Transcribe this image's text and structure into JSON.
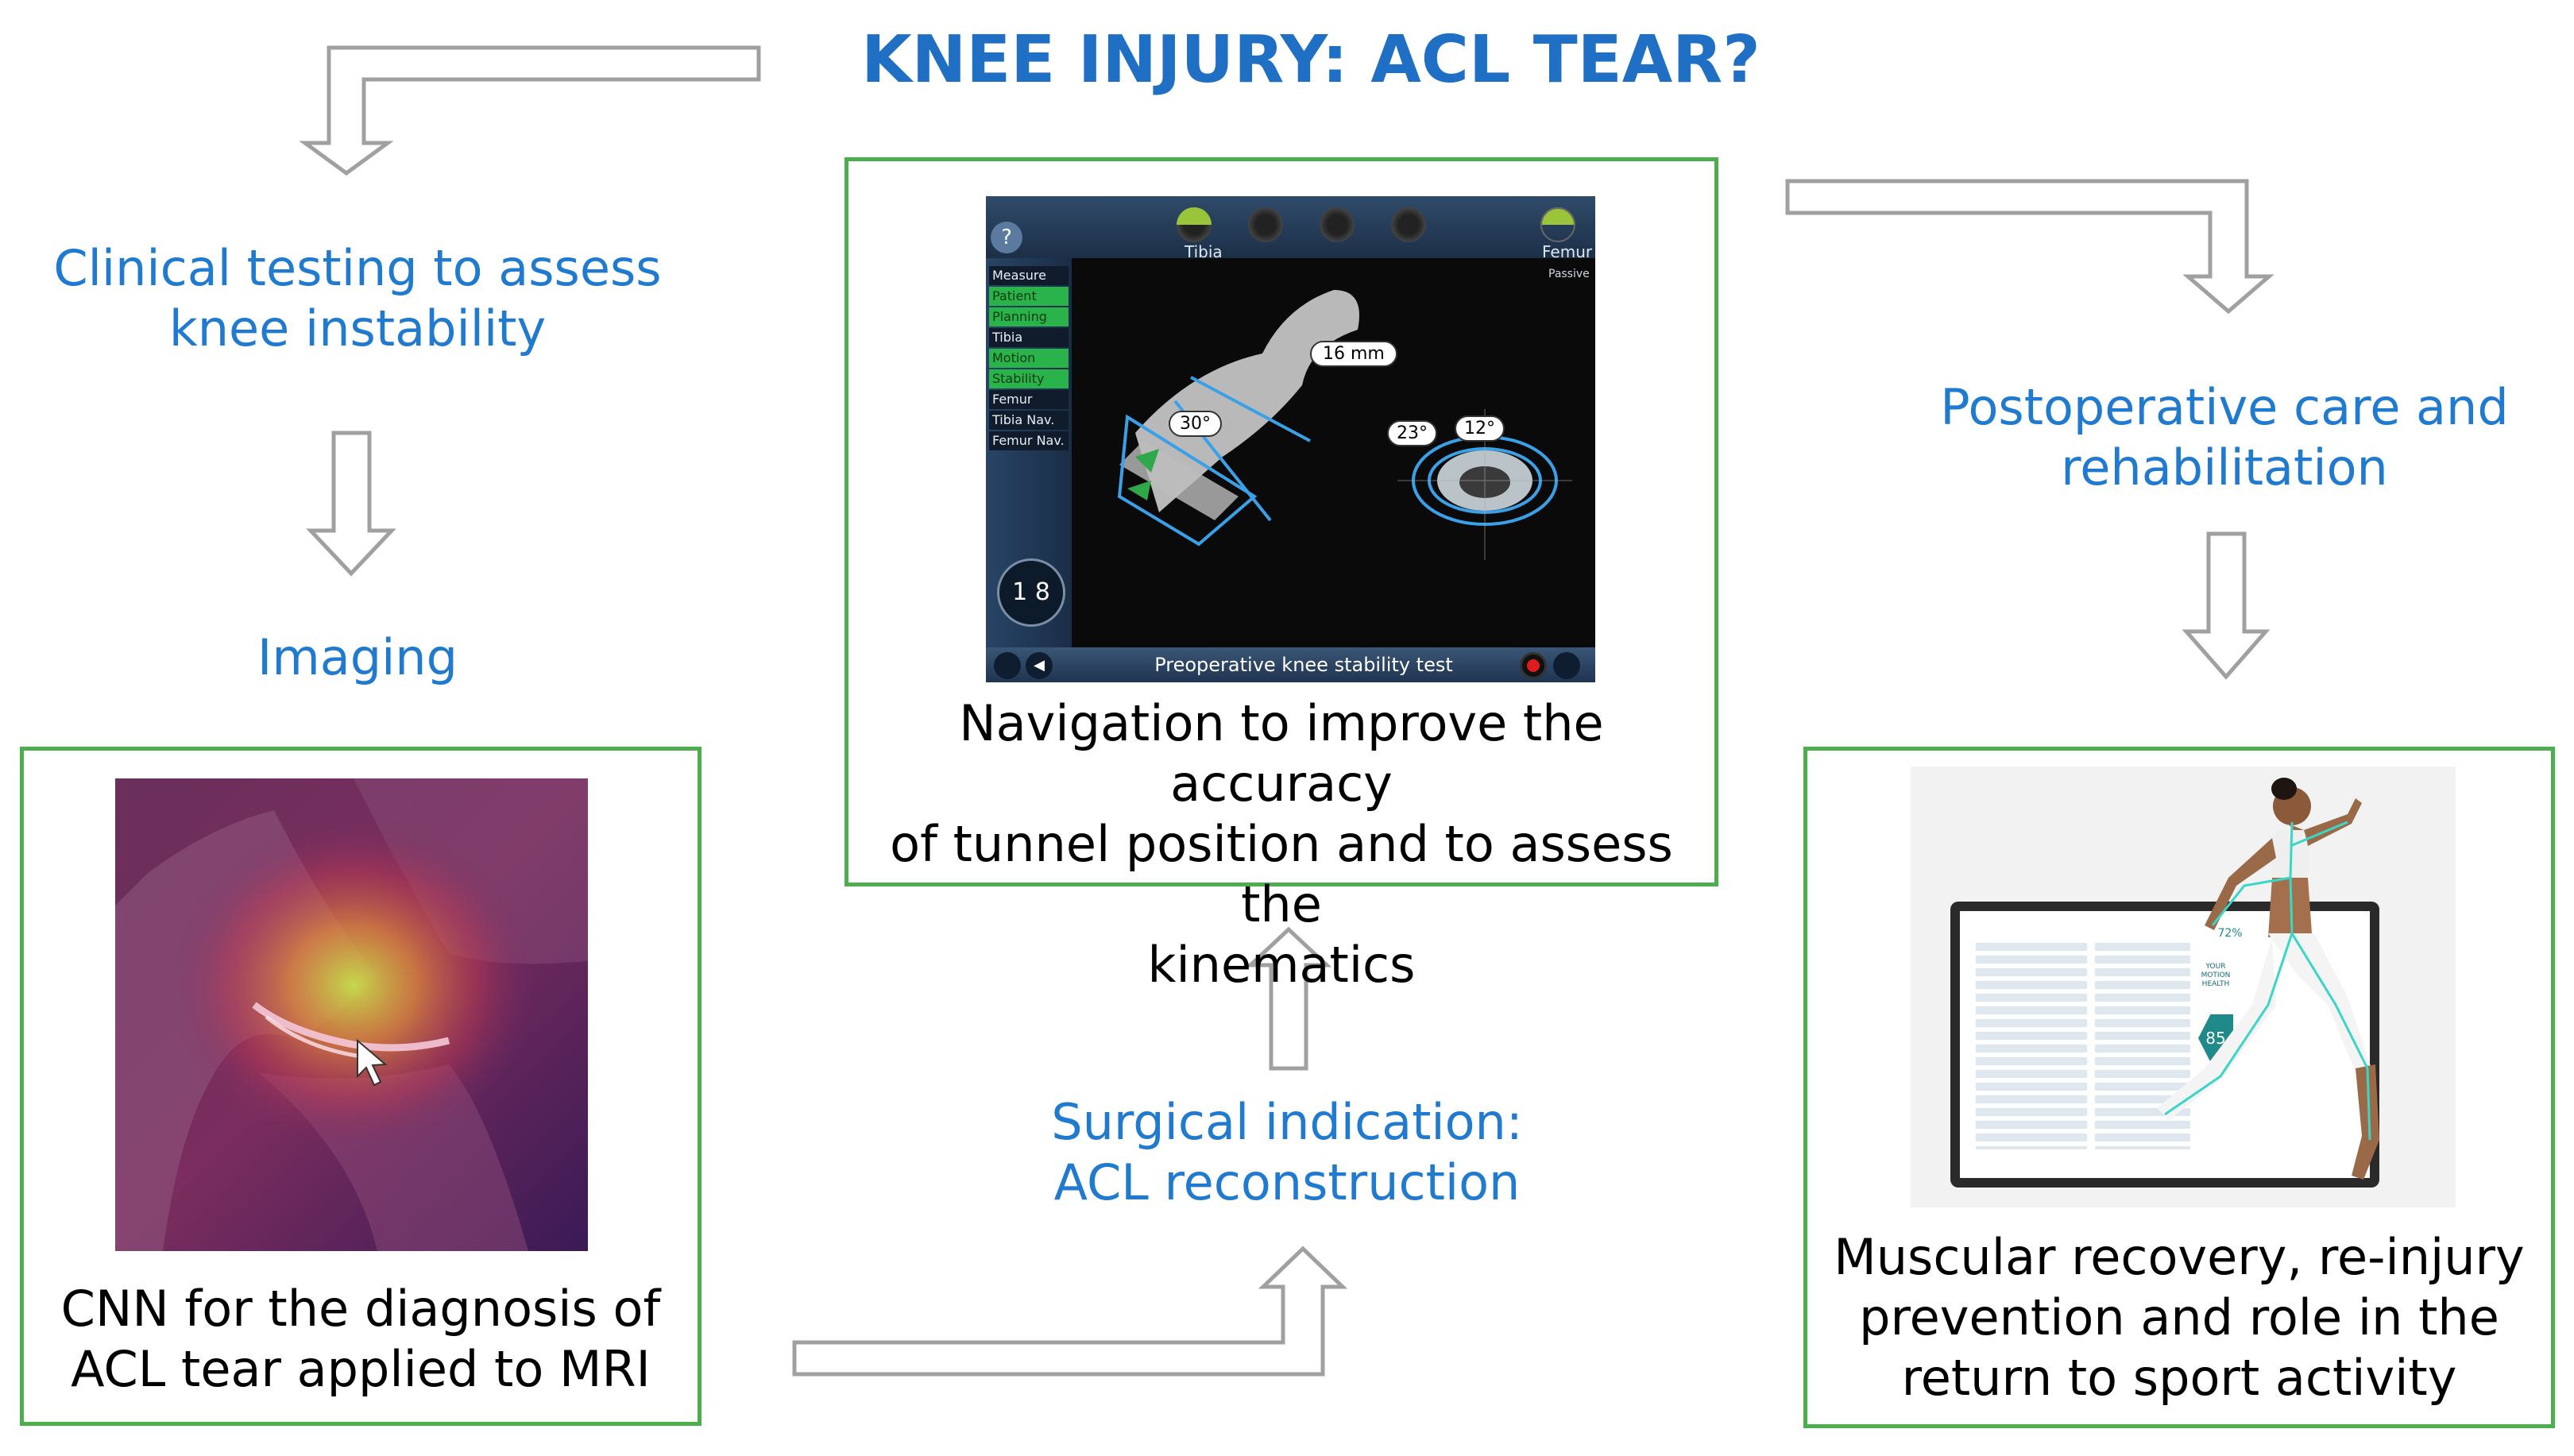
{
  "title": "KNEE INJURY: ACL TEAR?",
  "steps": {
    "clinical": [
      "Clinical testing to assess",
      "knee instability"
    ],
    "imaging": "Imaging",
    "surgical": [
      "Surgical indication:",
      "ACL reconstruction"
    ],
    "postop": [
      "Postoperative care and",
      "rehabilitation"
    ]
  },
  "boxes": {
    "cnn": [
      "CNN for the diagnosis of",
      "ACL tear applied to MRI"
    ],
    "navigation": [
      "Navigation to improve the accuracy",
      "of tunnel position and to assess the",
      "kinematics"
    ],
    "rehab": [
      "Muscular recovery, re-injury",
      "prevention and role in the",
      "return to sport activity"
    ]
  },
  "nav_ui": {
    "help": "?",
    "tibia": "Tibia",
    "femur": "Femur",
    "mode": "Passive",
    "menu": [
      "Measure",
      "Patient",
      "Planning",
      "Tibia",
      "Motion",
      "Stability",
      "Femur",
      "Tibia Nav.",
      "Femur Nav."
    ],
    "menu_active": [
      false,
      true,
      true,
      false,
      true,
      true,
      false,
      false,
      false
    ],
    "dist": "16 mm",
    "angle1": "30°",
    "angle2": "23°",
    "angle3": "12°",
    "counter": "1 8",
    "footer": "Preoperative knee stability test"
  },
  "rehab_ui": {
    "percent": "72%",
    "score": "85",
    "motion_label": [
      "YOUR",
      "MOTION",
      "HEALTH"
    ]
  },
  "colors": {
    "title": "#1f6fc5",
    "step": "#1f7ad0",
    "box_border": "#4cae4c",
    "arrow": "#a0a0a0"
  }
}
